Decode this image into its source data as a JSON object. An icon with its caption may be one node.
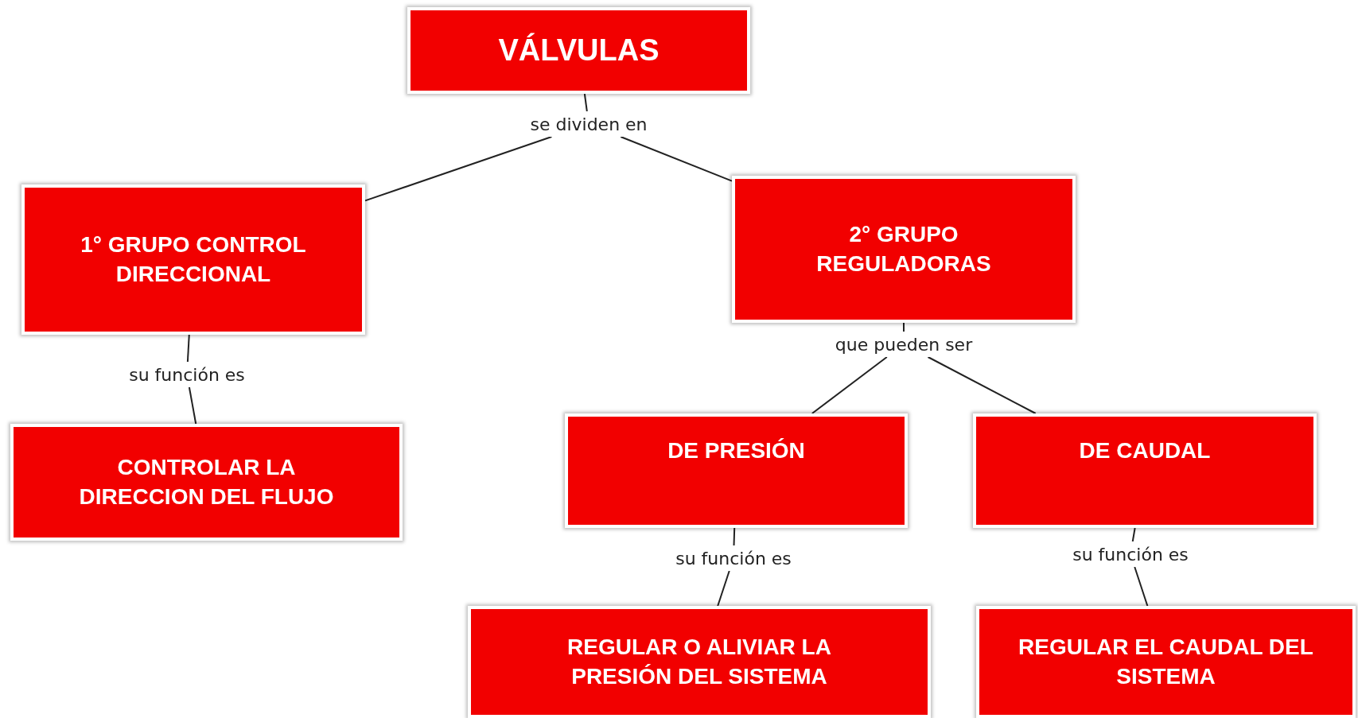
{
  "diagram": {
    "nodes": [
      {
        "text": [
          "VÁLVULAS"
        ]
      },
      {
        "text": [
          "se dividen en"
        ]
      },
      {
        "text": [
          "1° GRUPO CONTROL DIRECCIONAL"
        ]
      },
      {
        "text": [
          "2° GRUPO REGULADORAS"
        ]
      },
      {
        "text": [
          "su función es"
        ]
      },
      {
        "text": [
          "CONTROLAR LA DIRECCION DEL FLUJO"
        ]
      },
      {
        "text": [
          "que pueden ser"
        ]
      },
      {
        "text": [
          "DE PRESIÓN"
        ]
      },
      {
        "text": [
          "DE CAUDAL"
        ]
      },
      {
        "text": [
          "su función es"
        ]
      },
      {
        "text": [
          "REGULAR O ALIVIAR LA PRESIÓN DEL SISTEMA"
        ]
      },
      {
        "text": [
          "su función es"
        ]
      },
      {
        "text": [
          "REGULAR EL CAUDAL DEL SISTEMA"
        ]
      }
    ],
    "edges": [
      {
        "from": 0,
        "to": 1,
        "arrow": "none"
      },
      {
        "from": 1,
        "to": 2,
        "arrow": "none"
      },
      {
        "from": 1,
        "to": 3,
        "arrow": "none"
      },
      {
        "from": 2,
        "to": 4,
        "arrow": "none"
      },
      {
        "from": 4,
        "to": 5,
        "arrow": "none"
      },
      {
        "from": 3,
        "to": 6,
        "arrow": "none"
      },
      {
        "from": 6,
        "to": 7,
        "arrow": "none"
      },
      {
        "from": 6,
        "to": 8,
        "arrow": "none"
      },
      {
        "from": 7,
        "to": 9,
        "arrow": "none"
      },
      {
        "from": 9,
        "to": 10,
        "arrow": "none"
      },
      {
        "from": 8,
        "to": 11,
        "arrow": "none"
      },
      {
        "from": 11,
        "to": 12,
        "arrow": "none"
      }
    ]
  }
}
